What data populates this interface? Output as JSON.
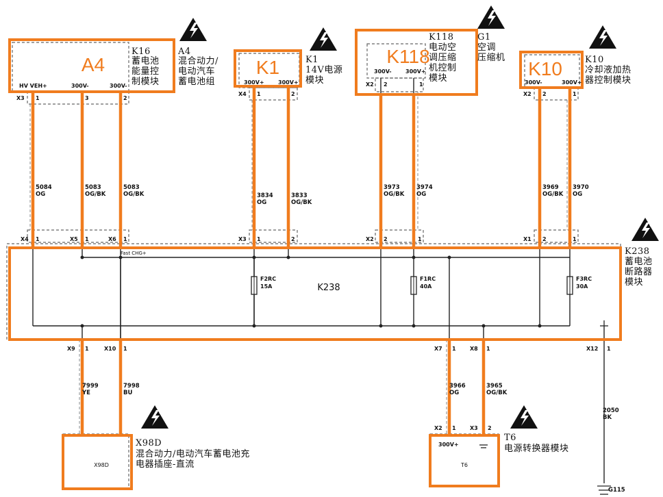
{
  "colors": {
    "highlight": "#f07c1e",
    "wire": "#222222",
    "dash": "#666666",
    "warning_bg": "#111111"
  },
  "modules": {
    "a4": {
      "id": "A4",
      "code": "K16",
      "label": "蓄电池\n能量控\n制模块",
      "code2": "A4",
      "label2": "混合动力/\n电动汽车\n蓄电池组",
      "pins": [
        "HV VEH+",
        "300V-",
        "300V-"
      ],
      "connector": "X3",
      "pin_nums": [
        "1",
        "3",
        "2"
      ]
    },
    "k1": {
      "id": "K1",
      "code": "K1",
      "label": "14V电源\n模块",
      "pins": [
        "300V+",
        "300V+"
      ],
      "connector": "X4",
      "pin_nums": [
        "1",
        "2"
      ]
    },
    "k118": {
      "id": "K118",
      "code": "K118",
      "label": "电动空\n调压缩\n机控制\n模块",
      "code2": "G1",
      "label2": "空调\n压缩机",
      "pins": [
        "300V-",
        "300V+"
      ],
      "connector": "X2",
      "pin_nums": [
        "2",
        "1"
      ]
    },
    "k10": {
      "id": "K10",
      "code": "K10",
      "label": "冷却液加热\n器控制模块",
      "pins": [
        "300V-",
        "300V+"
      ],
      "connector": "X2",
      "pin_nums": [
        "2",
        "1"
      ]
    },
    "k238": {
      "id": "K238",
      "code": "K238",
      "label": "蓄电池\n断路器\n模块",
      "fast_chg": "Fast CHG+",
      "top_connectors": [
        {
          "conn": "X4",
          "pin": "1"
        },
        {
          "conn": "X5",
          "pin": "1"
        },
        {
          "conn": "X6",
          "pin": "1"
        },
        {
          "conn": "X3",
          "pin": "1"
        },
        {
          "conn": "",
          "pin": "2"
        },
        {
          "conn": "X2",
          "pin": "2"
        },
        {
          "conn": "",
          "pin": "1"
        },
        {
          "conn": "X1",
          "pin": "2"
        },
        {
          "conn": "",
          "pin": "1"
        }
      ],
      "bottom_connectors": [
        {
          "conn": "X9",
          "pin": "1"
        },
        {
          "conn": "X10",
          "pin": "1"
        },
        {
          "conn": "X7",
          "pin": "1"
        },
        {
          "conn": "X8",
          "pin": "1"
        },
        {
          "conn": "X12",
          "pin": "1"
        }
      ],
      "fuses": [
        {
          "name": "F2RC",
          "rating": "15A"
        },
        {
          "name": "F1RC",
          "rating": "40A"
        },
        {
          "name": "F3RC",
          "rating": "30A"
        }
      ]
    },
    "x98d": {
      "id": "X98D",
      "code": "X98D",
      "label": "混合动力/电动汽车蓄电池充\n电器插座-直流",
      "connector_label": "X98D"
    },
    "t6": {
      "id": "T6",
      "code": "T6",
      "label": "电源转换器模块",
      "pins": [
        "300V+"
      ],
      "connectors": [
        {
          "conn": "X2",
          "pin": "1"
        },
        {
          "conn": "X3",
          "pin": "2"
        }
      ]
    }
  },
  "wires": [
    {
      "circuit": "5084",
      "color": "OG"
    },
    {
      "circuit": "5083",
      "color": "OG/BK"
    },
    {
      "circuit": "5083",
      "color": "OG/BK"
    },
    {
      "circuit": "3834",
      "color": "OG"
    },
    {
      "circuit": "3833",
      "color": "OG/BK"
    },
    {
      "circuit": "3973",
      "color": "OG/BK"
    },
    {
      "circuit": "3974",
      "color": "OG"
    },
    {
      "circuit": "3969",
      "color": "OG/BK"
    },
    {
      "circuit": "3970",
      "color": "OG"
    },
    {
      "circuit": "7999",
      "color": "YE"
    },
    {
      "circuit": "7998",
      "color": "BU"
    },
    {
      "circuit": "3966",
      "color": "OG"
    },
    {
      "circuit": "3965",
      "color": "OG/BK"
    },
    {
      "circuit": "2050",
      "color": "BK"
    }
  ],
  "ground": "G115",
  "warning_icon": "high-voltage-warning-icon"
}
